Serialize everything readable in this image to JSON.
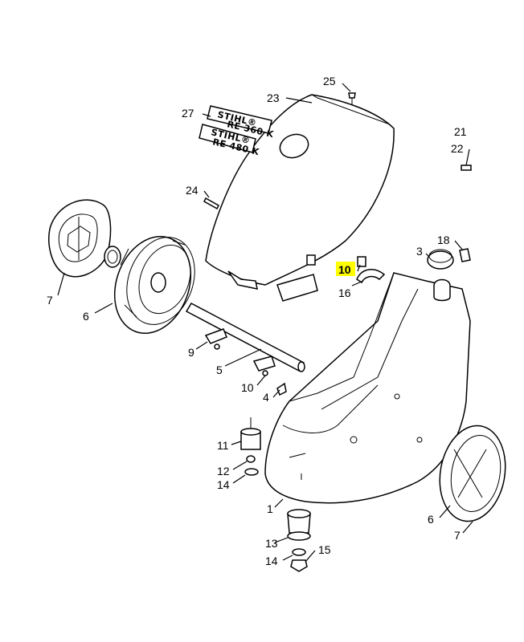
{
  "callouts": {
    "c1": "1",
    "c3": "3",
    "c4": "4",
    "c5": "5",
    "c6a": "6",
    "c6b": "6",
    "c7a": "7",
    "c7b": "7",
    "c9": "9",
    "c10a": "10",
    "c10b": "10",
    "c11": "11",
    "c12": "12",
    "c13": "13",
    "c14a": "14",
    "c14b": "14",
    "c15": "15",
    "c16": "16",
    "c18": "18",
    "c21": "21",
    "c22": "22",
    "c23": "23",
    "c24": "24",
    "c25": "25",
    "c27": "27"
  },
  "decals": {
    "decal1_brand": "STIHL®",
    "decal1_model": "RE 360 K",
    "decal2_brand": "STIHL®",
    "decal2_model": "RE 480 K"
  },
  "colors": {
    "highlight": "#ffff00",
    "line": "#000000",
    "background": "#ffffff"
  }
}
